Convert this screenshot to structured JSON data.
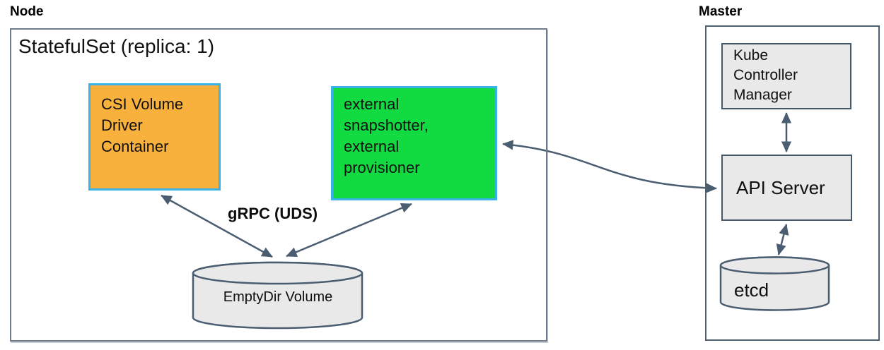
{
  "node": {
    "label": "Node",
    "statefulset_title": "StatefulSet (replica: 1)",
    "csi_box_label": "CSI Volume Driver Container",
    "sidecar_box_label": "external snapshotter, external provisioner",
    "grpc_label": "gRPC (UDS)",
    "emptydir_label": "EmptyDir Volume"
  },
  "master": {
    "label": "Master",
    "kcm_label": "Kube Controller Manager",
    "api_server_label": "API Server",
    "etcd_label": "etcd"
  },
  "colors": {
    "csi_box_fill": "#F9B13E",
    "sidecar_box_fill": "#12DB42",
    "container_border": "#3BB1E9",
    "component_fill": "#E9E9E9",
    "component_border": "#44586C",
    "connector": "#4A5D71"
  },
  "connections": [
    {
      "from": "CSI Volume Driver Container",
      "to": "EmptyDir Volume",
      "bidirectional": true,
      "label": "gRPC (UDS)"
    },
    {
      "from": "external snapshotter, external provisioner",
      "to": "EmptyDir Volume",
      "bidirectional": true,
      "label": "gRPC (UDS)"
    },
    {
      "from": "external snapshotter, external provisioner",
      "to": "API Server",
      "bidirectional": true
    },
    {
      "from": "Kube Controller Manager",
      "to": "API Server",
      "bidirectional": true
    },
    {
      "from": "API Server",
      "to": "etcd",
      "bidirectional": true
    }
  ]
}
